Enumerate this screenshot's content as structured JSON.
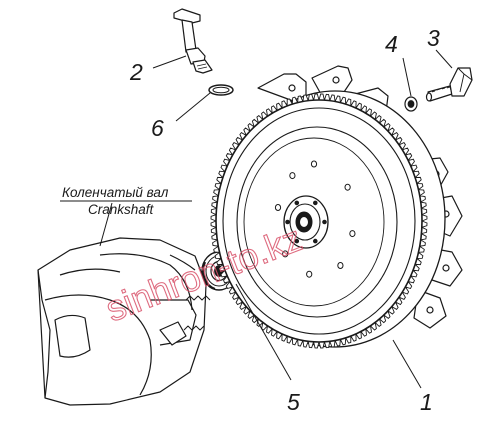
{
  "callouts": {
    "n1": "1",
    "n2": "2",
    "n3": "3",
    "n4": "4",
    "n5": "5",
    "n6": "6"
  },
  "crankshaft_label": {
    "ru": "Коленчатый вал",
    "en": "Crankshaft"
  },
  "watermark": "sinhron-to.kz",
  "colors": {
    "ink": "#1a1a1a",
    "watermark": "#d9536b",
    "paper": "#ffffff"
  }
}
